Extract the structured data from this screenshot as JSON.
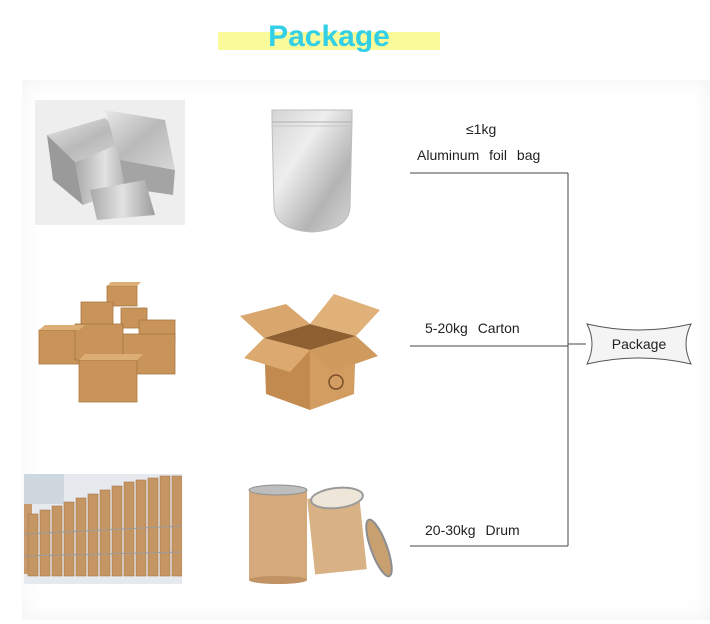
{
  "header": {
    "title": "Package"
  },
  "rows": [
    {
      "weight": "≤1kg",
      "type": "Aluminum foil bag",
      "text": ""
    },
    {
      "text": "5-20kg   Carton"
    },
    {
      "text": "20-30kg   Drum"
    }
  ],
  "badge": {
    "label": "Package"
  },
  "colors": {
    "title": "#33cfe6",
    "highlight": "#fafa9a",
    "cardboard": "#c8945a",
    "foil": "#c9c9c9"
  }
}
